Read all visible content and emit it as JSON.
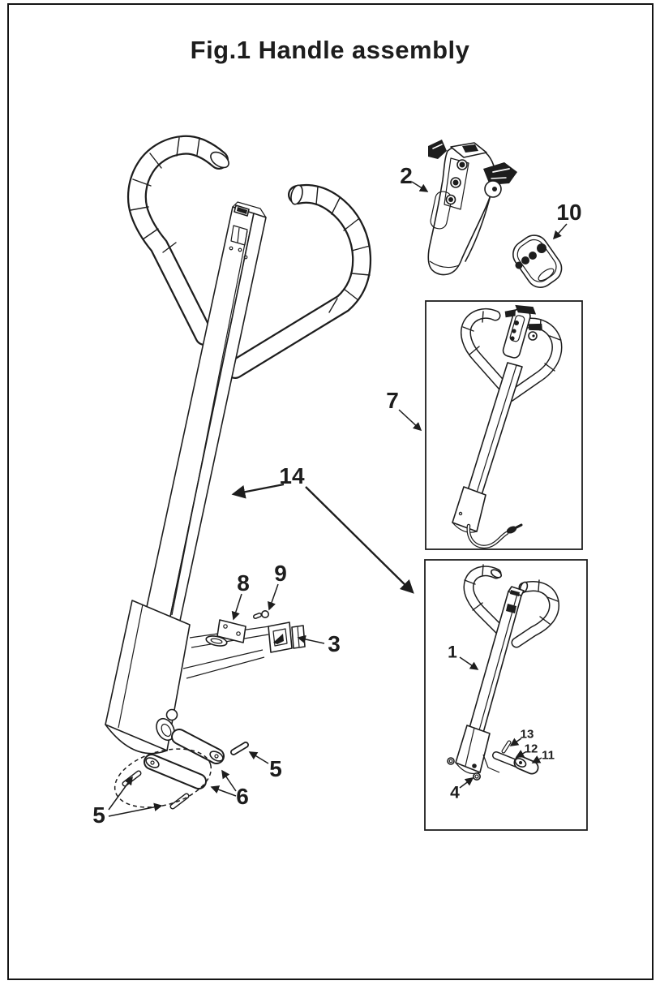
{
  "title": "Fig.1 Handle assembly",
  "callouts": {
    "c1": "1",
    "c2": "2",
    "c3": "3",
    "c4": "4",
    "c5a": "5",
    "c5b": "5",
    "c6": "6",
    "c7": "7",
    "c8": "8",
    "c9": "9",
    "c10": "10",
    "c11": "11",
    "c12": "12",
    "c13": "13",
    "c14": "14"
  },
  "colors": {
    "line_color": "#1d1d1d",
    "background": "#ffffff"
  }
}
